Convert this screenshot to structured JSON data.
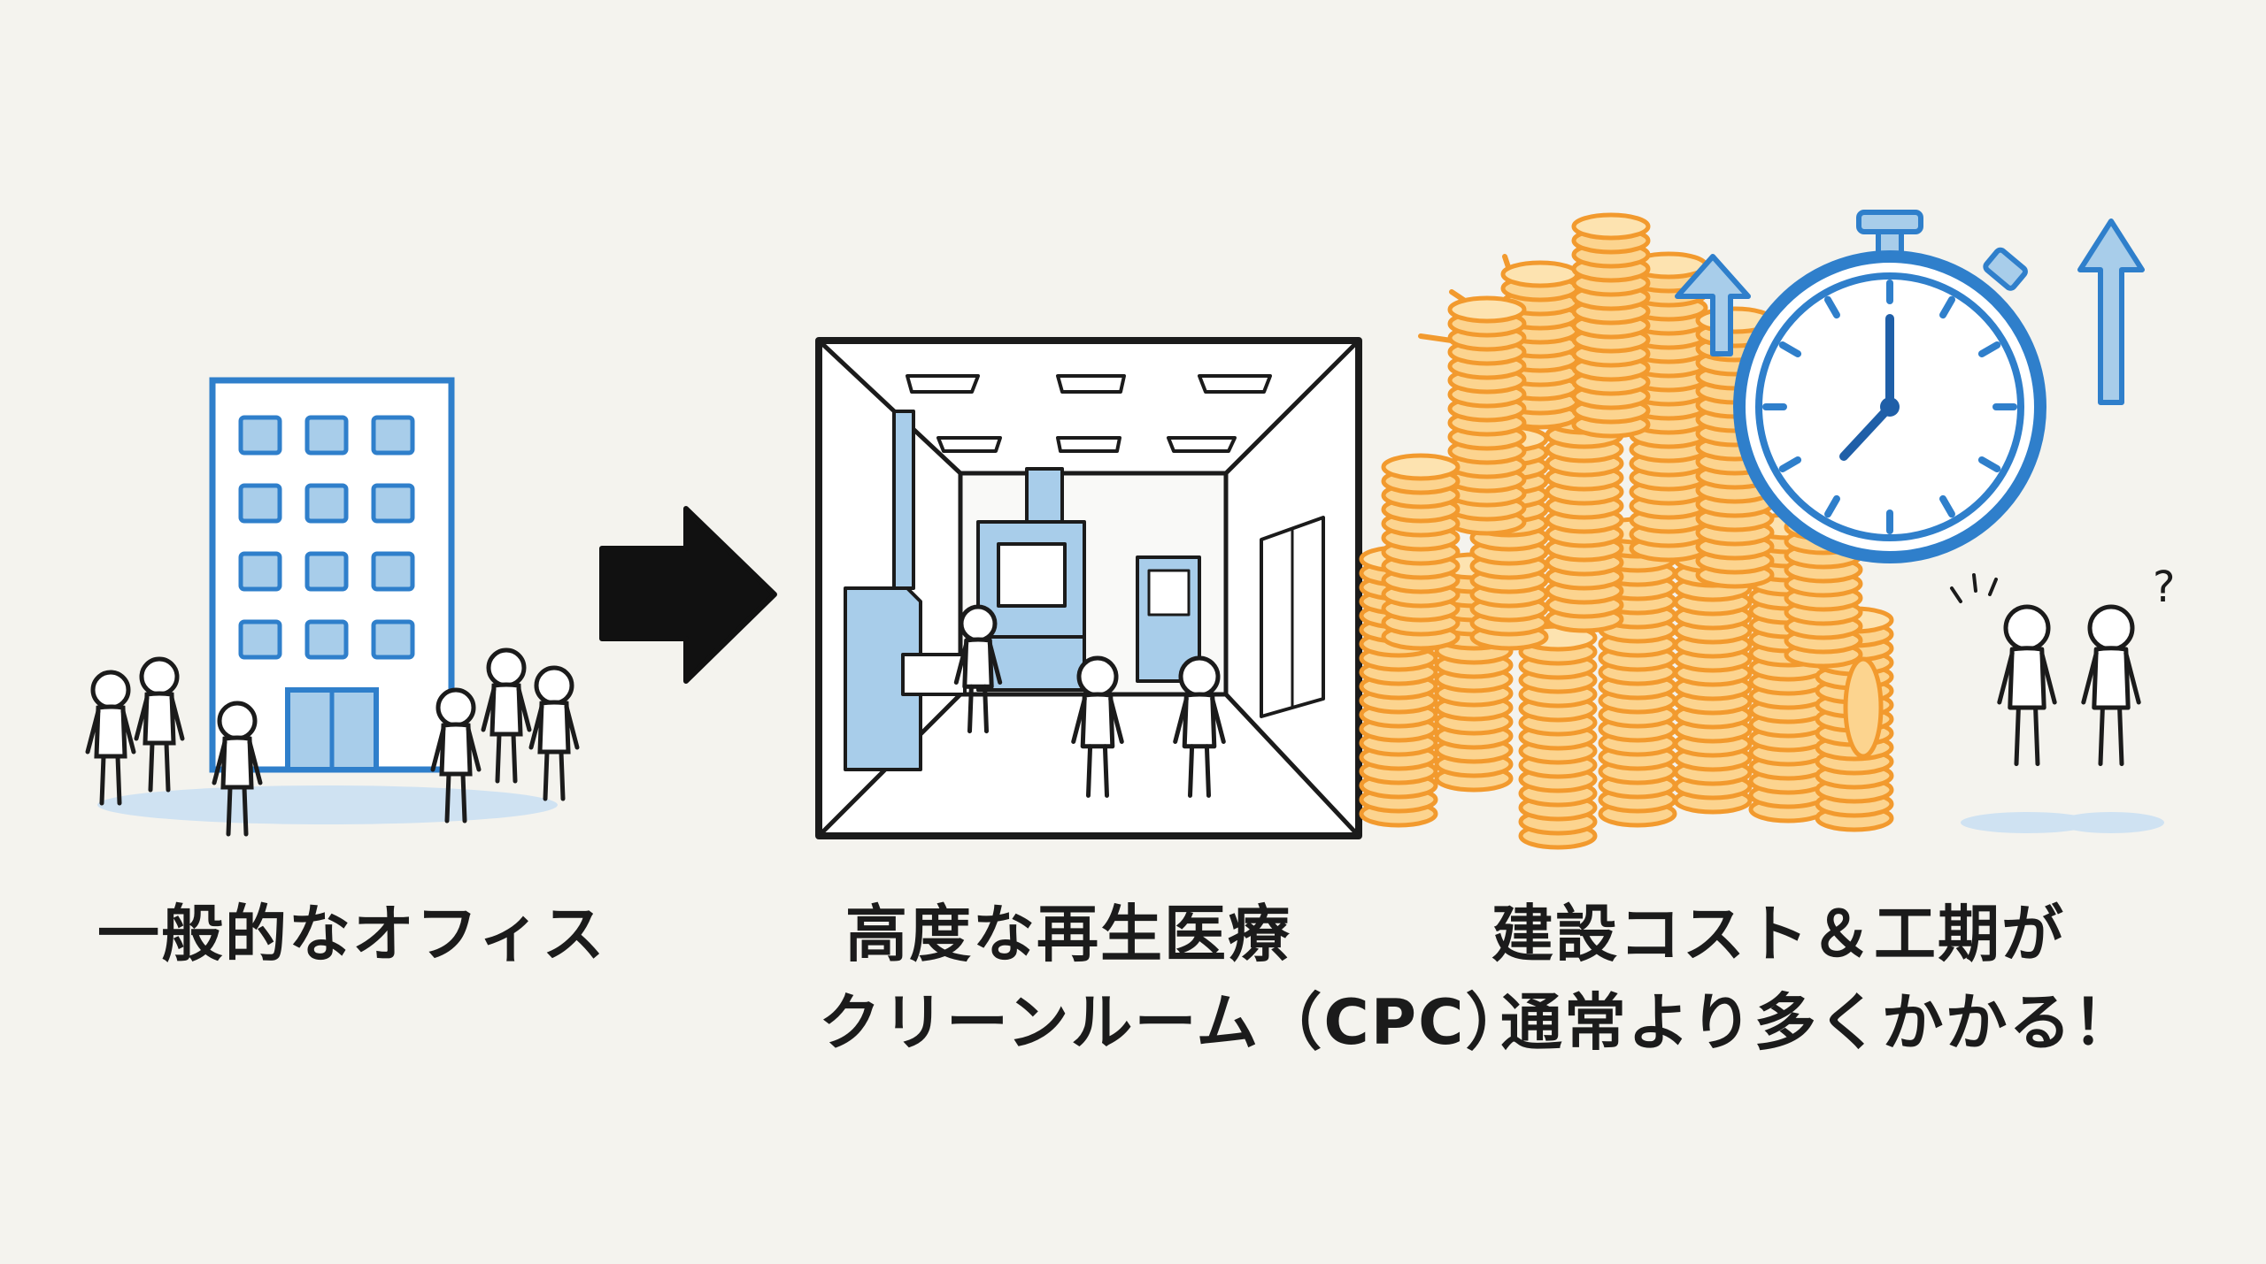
{
  "colors": {
    "background": "#f4f3ee",
    "ink": "#1b1b1b",
    "blue": "#2f7fcb",
    "light_blue": "#a8cdea",
    "orange": "#f29a2e",
    "coin_fill": "#fcd48f"
  },
  "icons": [
    "office-building",
    "right-arrow",
    "cleanroom",
    "coin-stacks",
    "stopwatch",
    "up-arrow",
    "question-mark"
  ],
  "sections": {
    "office": {
      "caption": "一般的なオフィス"
    },
    "cleanroom": {
      "caption_line1": "高度な再生医療",
      "caption_line2": "クリーンルーム（CPC）"
    },
    "cost": {
      "caption_line1": "建設コスト＆工期が",
      "caption_line2": "通常より多くかかる！"
    }
  },
  "question_mark": "?"
}
